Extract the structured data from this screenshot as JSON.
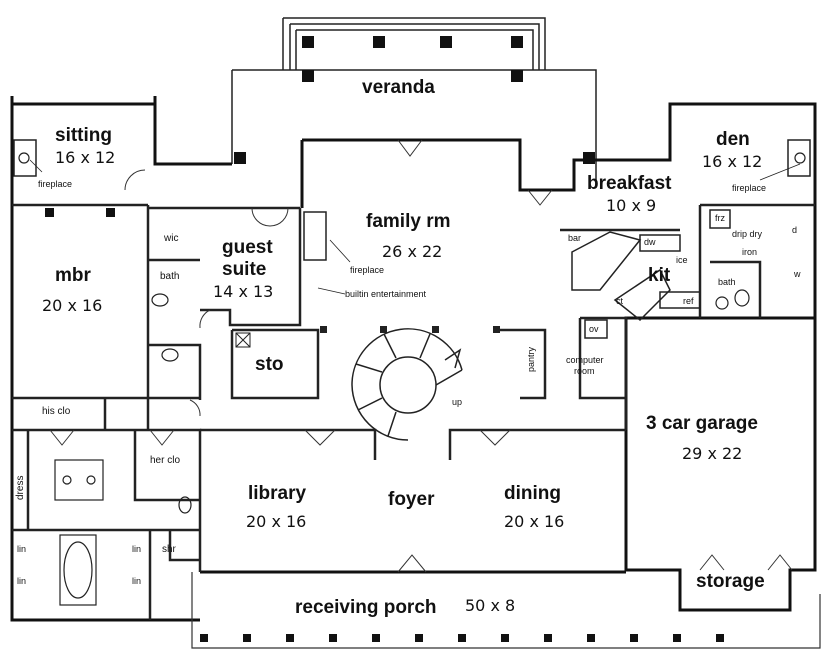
{
  "rooms": {
    "veranda": {
      "name": "veranda"
    },
    "sitting": {
      "name": "sitting",
      "size": "16 x 12"
    },
    "den": {
      "name": "den",
      "size": "16 x 12"
    },
    "breakfast": {
      "name": "breakfast",
      "size": "10 x 9"
    },
    "family_rm": {
      "name": "family rm",
      "size": "26 x 22"
    },
    "guest_suite": {
      "name_line1": "guest",
      "name_line2": "suite",
      "size": "14 x 13"
    },
    "mbr": {
      "name": "mbr",
      "size": "20 x 16"
    },
    "sto": {
      "name": "sto"
    },
    "kit": {
      "name": "kit"
    },
    "garage": {
      "name": "3 car garage",
      "size": "29 x 22"
    },
    "library": {
      "name": "library",
      "size": "20 x 16"
    },
    "foyer": {
      "name": "foyer"
    },
    "dining": {
      "name": "dining",
      "size": "20 x 16"
    },
    "storage": {
      "name": "storage"
    },
    "porch": {
      "name": "receiving porch",
      "size": "50 x 8"
    }
  },
  "small_labels": {
    "fireplace_sitting": "fireplace",
    "fireplace_den": "fireplace",
    "fireplace_family": "fireplace",
    "builtin_entertainment": "builtin entertainment",
    "wic": "wic",
    "bath_guest": "bath",
    "bath_kit": "bath",
    "his_clo": "his clo",
    "her_clo": "her clo",
    "dress": "dress",
    "lin_1": "lin",
    "lin_2": "lin",
    "lin_3": "lin",
    "lin_4": "lin",
    "shr": "shr",
    "up": "up",
    "pantry": "pantry",
    "computer_room_1": "computer",
    "computer_room_2": "room",
    "bar": "bar",
    "dw": "dw",
    "ice": "ice",
    "frz": "frz",
    "drip_dry": "drip dry",
    "iron": "iron",
    "ct": "ct",
    "ref": "ref",
    "ov": "ov",
    "d": "d",
    "w": "w"
  }
}
